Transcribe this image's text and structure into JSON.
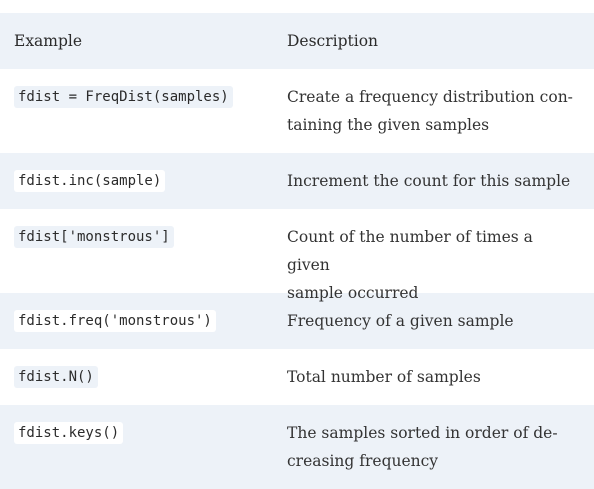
{
  "table": {
    "headers": {
      "example": "Example",
      "description": "Description"
    },
    "rows": [
      {
        "example": "fdist = FreqDist(samples)",
        "description_lines": [
          "Create a frequency distribution con-",
          "taining the given samples"
        ]
      },
      {
        "example": "fdist.inc(sample)",
        "description_lines": [
          "Increment the count for this sample"
        ]
      },
      {
        "example": "fdist['monstrous']",
        "description_lines": [
          "Count of the number of times a given",
          "sample occurred"
        ]
      },
      {
        "example": "fdist.freq('monstrous')",
        "description_lines": [
          "Frequency of a given sample"
        ]
      },
      {
        "example": "fdist.N()",
        "description_lines": [
          "Total number of samples"
        ]
      },
      {
        "example": "fdist.keys()",
        "description_lines": [
          "The samples sorted in order of de-",
          "creasing frequency"
        ]
      }
    ]
  }
}
